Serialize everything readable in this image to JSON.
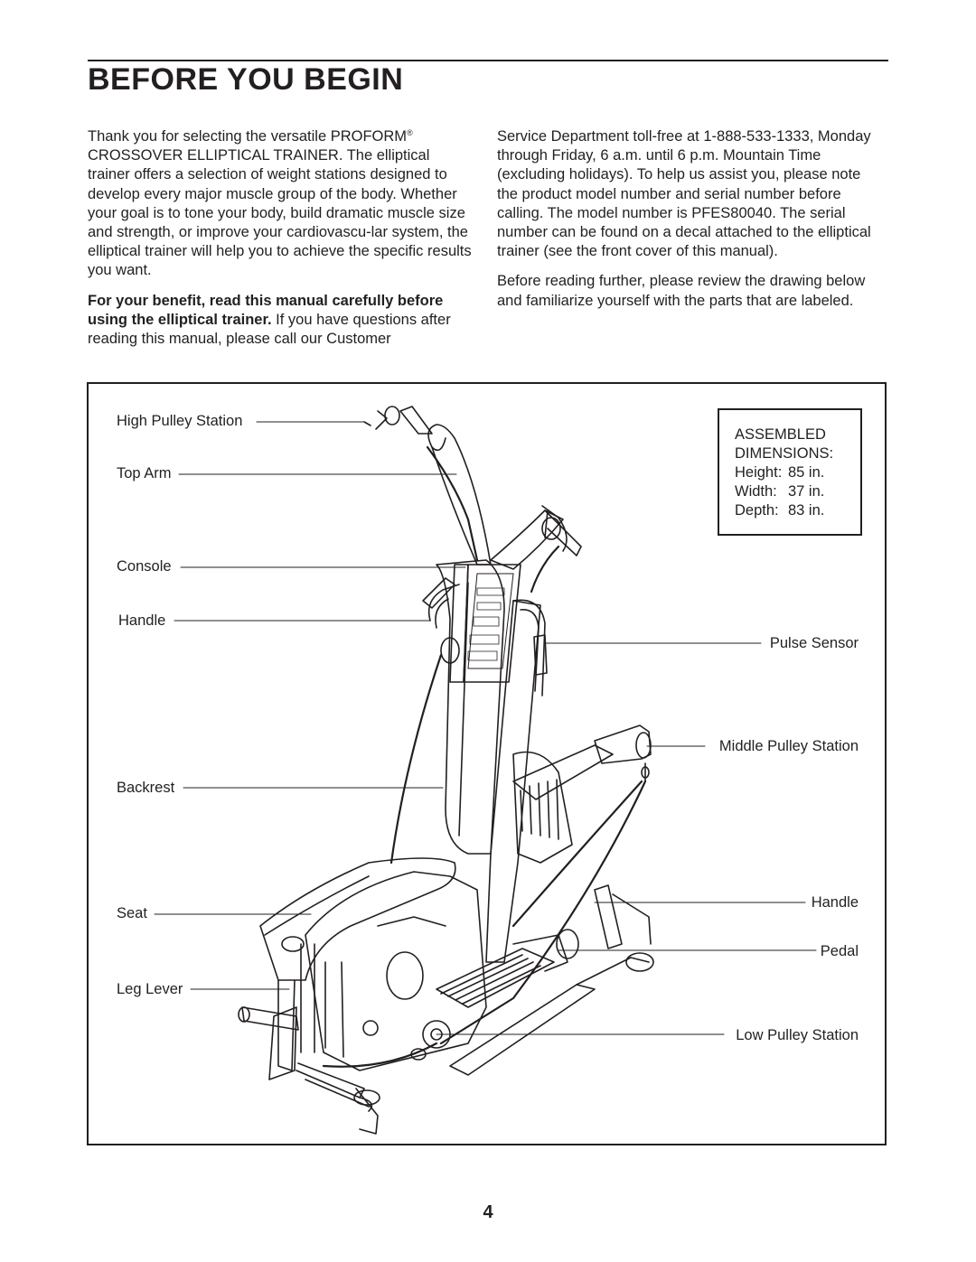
{
  "header": {
    "title": "BEFORE YOU BEGIN"
  },
  "intro": {
    "p1_a": "Thank you for selecting the versatile PROFORM",
    "p1_reg": "®",
    "p1_b": " CROSSOVER ELLIPTICAL TRAINER. The elliptical trainer offers a selection of weight stations designed to develop every major muscle group of the body. Whether your goal is to tone your body, build dramatic muscle size and strength, or improve your cardiovascu-lar system, the elliptical trainer will help you to achieve the specific results you want.",
    "p2_bold": "For your benefit, read this manual carefully before using the elliptical trainer.",
    "p2_rest": " If you have questions after reading this manual, please call our Customer",
    "p3": "Service Department toll-free at 1-888-533-1333, Monday through Friday, 6 a.m. until 6 p.m. Mountain Time (excluding holidays). To help us assist you, please note the product model number and serial number before calling. The model number is PFES80040. The serial number can be found on a decal attached to the elliptical trainer (see the front cover of this manual).",
    "p4": "Before reading further, please review the drawing below and familiarize yourself with the parts that are labeled."
  },
  "figure": {
    "labels_left": {
      "high_pulley_station": "High Pulley Station",
      "top_arm": "Top Arm",
      "console": "Console",
      "handle": "Handle",
      "backrest": "Backrest",
      "seat": "Seat",
      "leg_lever": "Leg Lever"
    },
    "labels_right": {
      "pulse_sensor": "Pulse Sensor",
      "middle_pulley_station": "Middle Pulley Station",
      "handle": "Handle",
      "pedal": "Pedal",
      "low_pulley_station": "Low Pulley Station"
    },
    "dimensions": {
      "heading_1": "ASSEMBLED",
      "heading_2": "DIMENSIONS:",
      "rows": [
        {
          "label": "Height:",
          "value": "85 in."
        },
        {
          "label": "Width:",
          "value": "37 in."
        },
        {
          "label": "Depth:",
          "value": "83 in."
        }
      ]
    }
  },
  "footer": {
    "page_number": "4"
  }
}
